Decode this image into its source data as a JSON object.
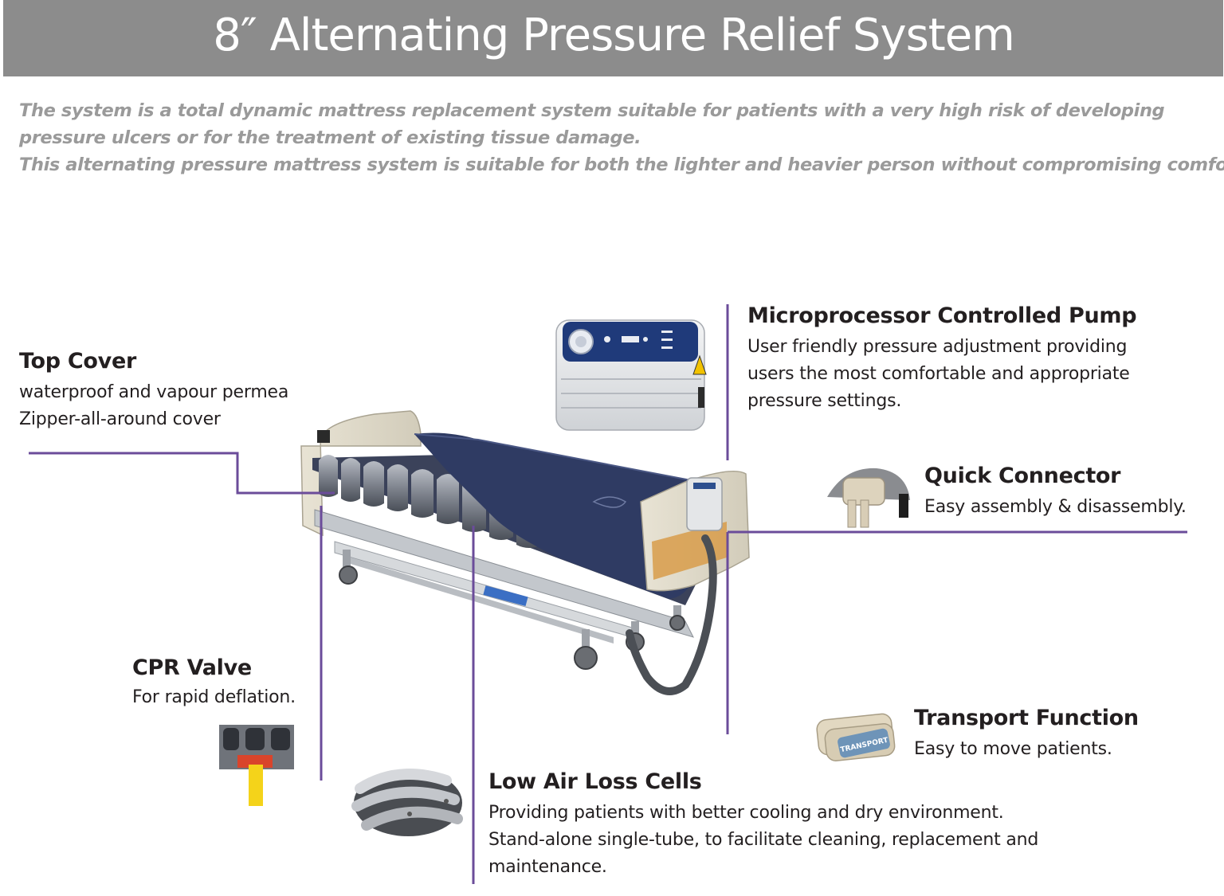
{
  "title": "8″ Alternating Pressure Relief System",
  "intro": {
    "line1": "The  system  is a total dynamic mattress replacement system suitable for patients with a very high risk of developing",
    "line2": "pressure ulcers or for the treatment of existing tissue damage.",
    "line3": "This alternating pressure mattress system is suitable for both the lighter and heavier person without compromising comfort."
  },
  "features": {
    "top_cover": {
      "heading": "Top Cover",
      "lines": [
        "waterproof and vapour permea",
        "Zipper-all-around cover"
      ]
    },
    "pump": {
      "heading": "Microprocessor Controlled Pump",
      "lines": [
        "User friendly pressure adjustment providing",
        "users the most comfortable and appropriate",
        "pressure settings."
      ]
    },
    "quick_connector": {
      "heading": "Quick Connector",
      "lines": [
        "Easy assembly & disassembly."
      ]
    },
    "cpr_valve": {
      "heading": "CPR Valve",
      "lines": [
        "For rapid deflation."
      ]
    },
    "transport": {
      "heading": "Transport Function",
      "lines": [
        "Easy to move patients."
      ],
      "badge": "TRANSPORT"
    },
    "low_air_loss": {
      "heading": "Low Air Loss Cells",
      "lines": [
        "Providing patients with better cooling and dry environment.",
        "Stand-alone single-tube, to facilitate cleaning, replacement and",
        "maintenance."
      ]
    }
  },
  "colors": {
    "title_bar": "#8c8c8c",
    "title_text": "#ffffff",
    "intro_text": "#9a9a9a",
    "leader_line": "#6b4c9a",
    "mattress": "#2f3b63",
    "body_text": "#231f20"
  }
}
